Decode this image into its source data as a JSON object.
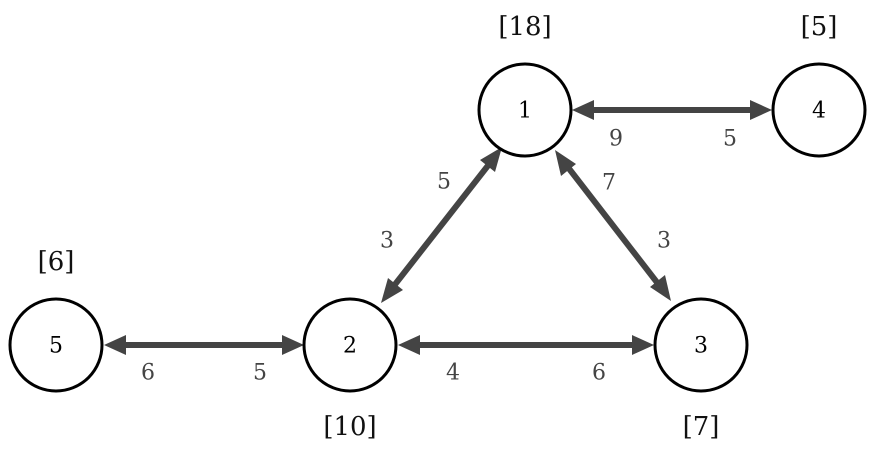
{
  "nodes": [
    {
      "id": "1",
      "label": "1",
      "demand": "[18]"
    },
    {
      "id": "2",
      "label": "2",
      "demand": "[10]"
    },
    {
      "id": "3",
      "label": "3",
      "demand": "[7]"
    },
    {
      "id": "4",
      "label": "4",
      "demand": "[5]"
    },
    {
      "id": "5",
      "label": "5",
      "demand": "[6]"
    }
  ],
  "edges": [
    {
      "from": "1",
      "to": "4",
      "weight_near_from": "9",
      "weight_near_to": "5"
    },
    {
      "from": "1",
      "to": "2",
      "weight_near_from": "5",
      "weight_near_to": "3"
    },
    {
      "from": "1",
      "to": "3",
      "weight_near_from": "7",
      "weight_near_to": "3"
    },
    {
      "from": "5",
      "to": "2",
      "weight_near_from": "6",
      "weight_near_to": "5"
    },
    {
      "from": "2",
      "to": "3",
      "weight_near_from": "4",
      "weight_near_to": "6"
    }
  ],
  "colors": {
    "edge": "#444444",
    "node_stroke": "#000000",
    "weight_text": "#444444"
  }
}
